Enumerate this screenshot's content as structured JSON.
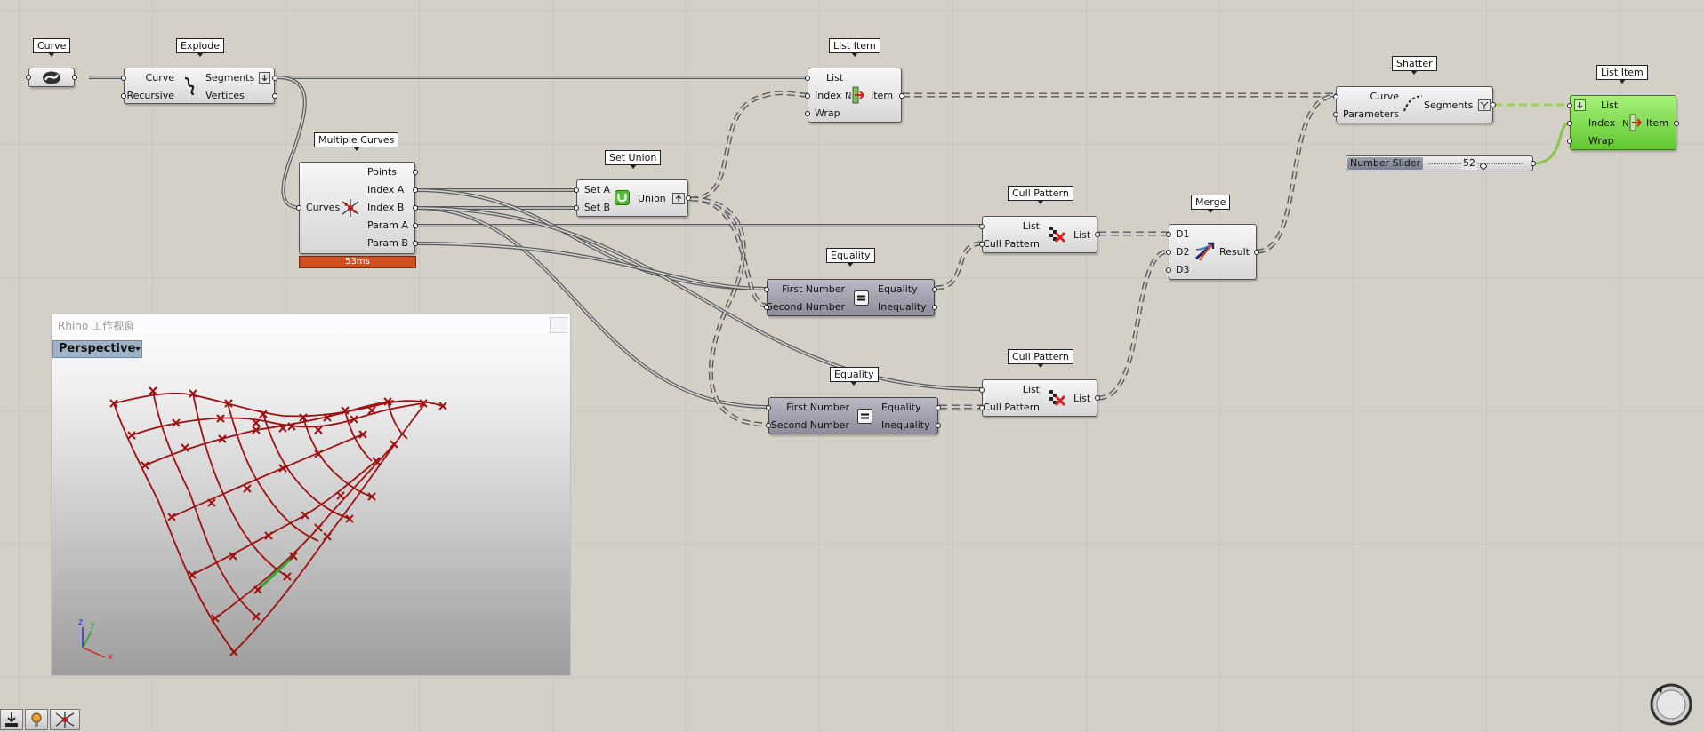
{
  "tags": {
    "curve": "Curve",
    "explode": "Explode",
    "list_item_1": "List Item",
    "shatter": "Shatter",
    "list_item_2": "List Item",
    "multiple_curves": "Multiple Curves",
    "set_union": "Set Union",
    "cull_pattern_1": "Cull Pattern",
    "merge": "Merge",
    "equality_1": "Equality",
    "cull_pattern_2": "Cull Pattern",
    "equality_2": "Equality"
  },
  "explode": {
    "in1": "Curve",
    "in2": "Recursive",
    "out1": "Segments",
    "out2": "Vertices"
  },
  "list_item_1": {
    "in1": "List",
    "in2": "Index",
    "in3": "Wrap",
    "out1": "Item"
  },
  "shatter": {
    "in1": "Curve",
    "in2": "Parameters",
    "out1": "Segments"
  },
  "list_item_2": {
    "in1": "List",
    "in2": "Index",
    "in3": "Wrap",
    "out1": "Item"
  },
  "multiple_curves": {
    "in1": "Curves",
    "out1": "Points",
    "out2": "Index A",
    "out3": "Index B",
    "out4": "Param A",
    "out5": "Param B",
    "timer": "53ms"
  },
  "set_union": {
    "in1": "Set A",
    "in2": "Set B",
    "out1": "Union"
  },
  "cull_pattern_1": {
    "in1": "List",
    "in2": "Cull Pattern",
    "out1": "List"
  },
  "merge": {
    "in1": "D1",
    "in2": "D2",
    "in3": "D3",
    "out1": "Result"
  },
  "equality_1": {
    "in1": "First Number",
    "in2": "Second Number",
    "out1": "Equality",
    "out2": "Inequality"
  },
  "cull_pattern_2": {
    "in1": "List",
    "in2": "Cull Pattern",
    "out1": "List"
  },
  "equality_2": {
    "in1": "First Number",
    "in2": "Second Number",
    "out1": "Equality",
    "out2": "Inequality"
  },
  "slider": {
    "name": "Number Slider",
    "value": "52"
  },
  "viewport": {
    "title": "Rhino 工作视窗",
    "view": "Perspective",
    "axis_x": "x",
    "axis_y": "y",
    "axis_z": "z"
  },
  "colors": {
    "canvas": "#d4d0c8",
    "curve": "#a01010",
    "selected_segment": "#2fa82f",
    "active_component": "#7ad84a",
    "timer": "#d0501f"
  },
  "icons": [
    "curve-param-icon",
    "explode-icon",
    "list-item-icon",
    "shatter-icon",
    "multiple-curves-icon",
    "union-icon",
    "cull-pattern-icon",
    "merge-icon",
    "equality-icon",
    "navigation-compass-icon"
  ]
}
